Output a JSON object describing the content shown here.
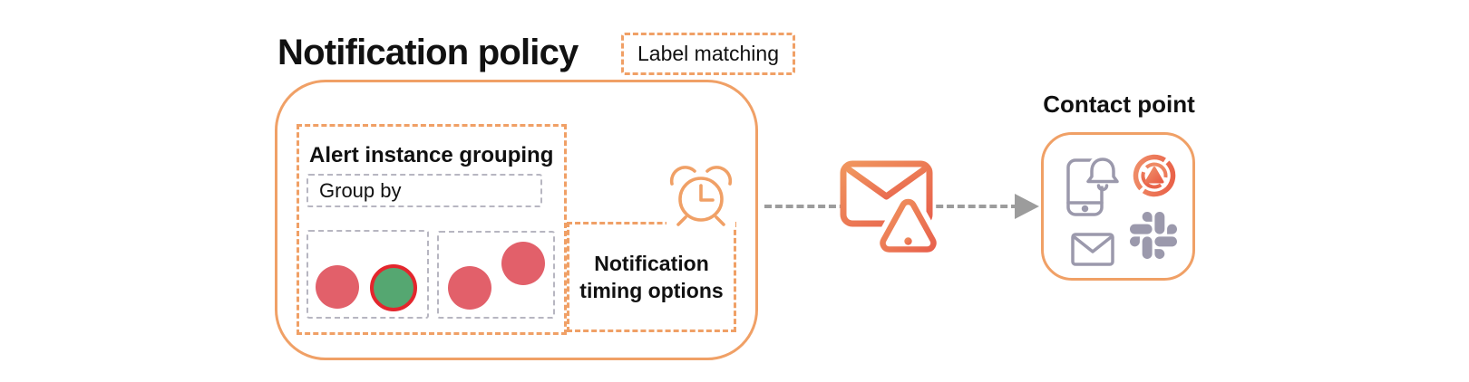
{
  "title": "Notification policy",
  "label_matching_badge": "Label matching",
  "policy": {
    "grouping_title": "Alert instance grouping",
    "group_by_label": "Group by",
    "timing_label": "Notification timing options"
  },
  "alert_groups": [
    {
      "dots": [
        "firing",
        "resolved"
      ]
    },
    {
      "dots": [
        "firing",
        "firing"
      ]
    }
  ],
  "contact_point": {
    "title": "Contact point",
    "channels": [
      "mobile-push-notification",
      "grafana-oncall",
      "email",
      "slack"
    ]
  },
  "icons": {
    "clock": "alarm-clock-icon",
    "flow": "email-alert-icon",
    "arrow": "dashed-arrow-right-icon"
  },
  "colors": {
    "accent_orange": "#F0A066",
    "icon_orange_start": "#F0955E",
    "icon_orange_end": "#E8604C",
    "alert_red": "#E2606A",
    "resolved_green": "#55A771",
    "resolved_ring_red": "#E3262D",
    "neutral_dash_gray": "#B7B6C1",
    "icon_gray": "#9B99AC",
    "arrow_gray": "#9C9C9C",
    "ink": "#111111"
  }
}
